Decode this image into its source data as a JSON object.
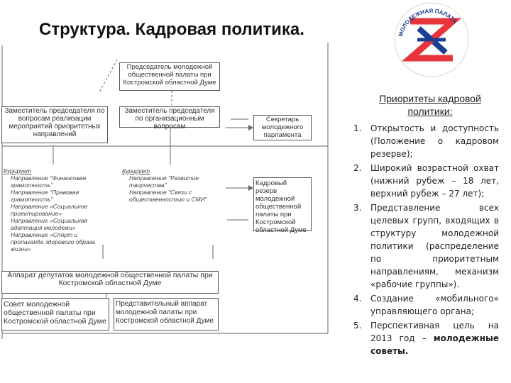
{
  "title": "Структура. Кадровая политика.",
  "logo": {
    "text": "МОЛОДЕЖНАЯ ПАЛАТА",
    "icon": "youth-chamber-emblem",
    "colors": [
      "#e8343a",
      "#1c3f94"
    ]
  },
  "org": {
    "chairman": "Председатель молодежной общественной палаты при Костромской областной Думе",
    "deputy_left": "Заместитель председателя по вопросам реализации мероприятий приоритетных направлений",
    "deputy_center": "Заместитель председателя по организационным вопросам",
    "secretary": "Секретарь молодежного парламента",
    "curator_left": {
      "heading": "Курирует",
      "items": [
        "Направление \"Финансовая грамотность\"",
        "Направление \"Правовая грамотность\"",
        "Направление «Социальное проектирование»",
        "Направление «Социальная адаптация молодежи»",
        "Направление «Спорт и пропаганда здорового образа жизни»"
      ]
    },
    "curator_center": {
      "heading": "Курирует",
      "items": [
        "Направление \"Развитие творчества\"",
        "Направление \"Связи с общественностью и СМИ\""
      ]
    },
    "reserve": "Кадровый резерв молодежной общественной палаты при Костромской областной Думе",
    "apparatus": "Аппарат депутатов молодежной общественной палаты при Костромской областной Думе",
    "council": "Совет молодежной общественной палаты при Костромской областной Думе",
    "rep": "Представительный аппарат молодежной палаты при Костромской областной Думе"
  },
  "priorities": {
    "title": "Приоритеты кадровой политики:",
    "items": [
      {
        "num": "1.",
        "text": "Открытость и доступность (Положение о кадровом резерве);"
      },
      {
        "num": "2.",
        "text": "Широкий возрастной охват (нижний рубеж – 18 лет, верхний рубеж – 27 лет);"
      },
      {
        "num": "3.",
        "text": "Представление всех целевых групп, входящих в структуру молодежной политики (распределение по приоритетным направлениям, механизм «рабочие группы»)."
      },
      {
        "num": "4.",
        "text": "Создание «мобильного» управляющего органа;"
      },
      {
        "num": "5.",
        "text": "Перспективная цель на 2013 год –",
        "bold": "молодежные советы."
      }
    ]
  }
}
